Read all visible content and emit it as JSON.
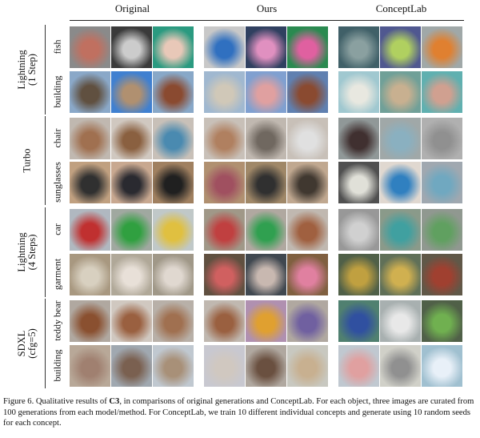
{
  "columns": [
    "Original",
    "Ours",
    "ConceptLab"
  ],
  "groups": [
    {
      "name": "Lightning",
      "sub": "(1 Step)"
    },
    {
      "name": "Turbo",
      "sub": ""
    },
    {
      "name": "Lightning",
      "sub": "(4 Steps)"
    },
    {
      "name": "SDXL",
      "sub": "(cfg=5)"
    }
  ],
  "rows": [
    {
      "label": "fish",
      "group": 0,
      "colors": [
        [
          "#8a8a8a",
          "#c07060"
        ],
        [
          "#3a3a3a",
          "#cccccc"
        ],
        [
          "#2a9a80",
          "#e8c8b8"
        ],
        [
          "#c8c8c8",
          "#3070c0"
        ],
        [
          "#304060",
          "#e090c0"
        ],
        [
          "#2a8a50",
          "#e060a0"
        ],
        [
          "#406068",
          "#8aa0a0"
        ],
        [
          "#505890",
          "#b0d060"
        ],
        [
          "#a0a8a8",
          "#e08030"
        ]
      ]
    },
    {
      "label": "building",
      "group": 0,
      "colors": [
        [
          "#8aa8c8",
          "#605040"
        ],
        [
          "#4080d0",
          "#b09070"
        ],
        [
          "#88a8c8",
          "#8a4a30"
        ],
        [
          "#a0b8d0",
          "#d0c8b8"
        ],
        [
          "#80a0d0",
          "#e0a0a0"
        ],
        [
          "#6080b0",
          "#8a4a30"
        ],
        [
          "#a0c8d0",
          "#e8e8e0"
        ],
        [
          "#70a098",
          "#c8b090"
        ],
        [
          "#60b0b0",
          "#d0a090"
        ]
      ]
    },
    {
      "label": "chair",
      "group": 1,
      "colors": [
        [
          "#c0b8b0",
          "#a07050"
        ],
        [
          "#d0c8c0",
          "#8a6040"
        ],
        [
          "#c8c0b8",
          "#4a8ab0"
        ],
        [
          "#c8c0b8",
          "#b08060"
        ],
        [
          "#c0b8b0",
          "#706860"
        ],
        [
          "#c8c0b8",
          "#e0e0e0"
        ],
        [
          "#909898",
          "#403030"
        ],
        [
          "#a0a8a8",
          "#8ab0c0"
        ],
        [
          "#b0b0b0",
          "#909090"
        ]
      ]
    },
    {
      "label": "sunglasses",
      "group": 1,
      "colors": [
        [
          "#c0a080",
          "#303030"
        ],
        [
          "#c8a890",
          "#2a2a30"
        ],
        [
          "#a08060",
          "#202020"
        ],
        [
          "#b09070",
          "#a05060"
        ],
        [
          "#a08868",
          "#303030"
        ],
        [
          "#c0a890",
          "#403830"
        ],
        [
          "#505050",
          "#e0e0d8"
        ],
        [
          "#e0d8d0",
          "#3080c0"
        ],
        [
          "#a0a8b0",
          "#70a8c0"
        ]
      ]
    },
    {
      "label": "car",
      "group": 2,
      "colors": [
        [
          "#b0b8c0",
          "#c03030"
        ],
        [
          "#a0a8a0",
          "#30a040"
        ],
        [
          "#c0c8c8",
          "#e0c040"
        ],
        [
          "#a09888",
          "#c04040"
        ],
        [
          "#b0a8a0",
          "#30a050"
        ],
        [
          "#c0b8b0",
          "#a06040"
        ],
        [
          "#989898",
          "#d0d0d0"
        ],
        [
          "#8a9a8a",
          "#40a0a0"
        ],
        [
          "#909890",
          "#60a060"
        ]
      ]
    },
    {
      "label": "garment",
      "group": 2,
      "colors": [
        [
          "#a89880",
          "#d8d0c0"
        ],
        [
          "#b0a898",
          "#e8e0d8"
        ],
        [
          "#a09888",
          "#e0d8d0"
        ],
        [
          "#605040",
          "#d06060"
        ],
        [
          "#404850",
          "#c8b8b0"
        ],
        [
          "#806040",
          "#e080a0"
        ],
        [
          "#506048",
          "#c0a040"
        ],
        [
          "#607058",
          "#d0b050"
        ],
        [
          "#605848",
          "#a04030"
        ]
      ]
    },
    {
      "label": "teddy bear",
      "group": 3,
      "colors": [
        [
          "#b0a8a0",
          "#8a5030"
        ],
        [
          "#d0c8c0",
          "#9a6040"
        ],
        [
          "#b8b0a8",
          "#a07050"
        ],
        [
          "#c0b8b0",
          "#9a6040"
        ],
        [
          "#b090b0",
          "#e0a030"
        ],
        [
          "#b0a8a0",
          "#7060a0"
        ],
        [
          "#508070",
          "#3050a0"
        ],
        [
          "#a8b0b0",
          "#e8e8e8"
        ],
        [
          "#506048",
          "#70b050"
        ]
      ]
    },
    {
      "label": "building",
      "group": 3,
      "colors": [
        [
          "#b8a898",
          "#a08070"
        ],
        [
          "#a0a8b0",
          "#7a6050"
        ],
        [
          "#c0c8d0",
          "#a89078"
        ],
        [
          "#c8c8d0",
          "#d0c8c0"
        ],
        [
          "#b0a8a0",
          "#6a5040"
        ],
        [
          "#c8c8c0",
          "#c8b090"
        ],
        [
          "#c0c8d0",
          "#e0a0a0"
        ],
        [
          "#d0d0c8",
          "#909090"
        ],
        [
          "#a0c0d0",
          "#e8f0f8"
        ]
      ]
    }
  ],
  "caption": {
    "prefix": "Figure 6. Qualitative results of ",
    "bold": "C3",
    "rest": ", in comparisons of original generations and ConceptLab. For each object, three images are curated from 100 generations from each model/method. For ConceptLab, we train 10 different individual concepts and generate using 10 random seeds for each concept."
  }
}
